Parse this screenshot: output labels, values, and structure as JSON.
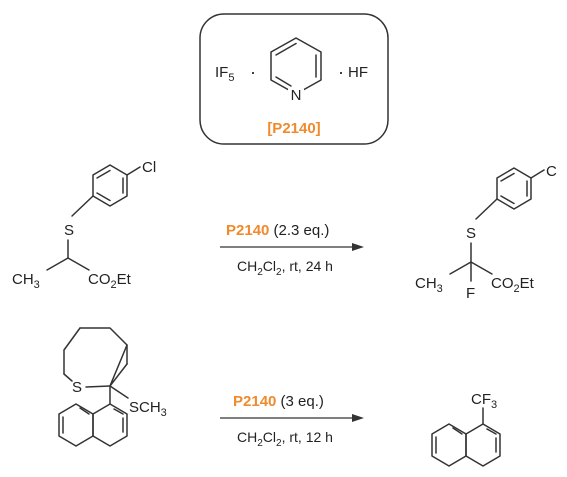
{
  "reagent": {
    "left_formula": "IF",
    "left_sub": "5",
    "dot": "·",
    "ring_atom": "N",
    "right_formula": "HF",
    "code": "[P2140]",
    "accent_color": "#f08a2c"
  },
  "reaction1": {
    "reactant": {
      "cl": "Cl",
      "s": "S",
      "ch3_main": "CH",
      "ch3_sub": "3",
      "ester_a": "CO",
      "ester_sub": "2",
      "ester_b": "Et"
    },
    "arrow": {
      "reagent": "P2140",
      "equiv": " (2.3 eq.)",
      "cond_a": "CH",
      "cond_sub1": "2",
      "cond_b": "Cl",
      "cond_sub2": "2",
      "cond_c": ", rt, 24 h"
    },
    "product": {
      "cl": "C",
      "s": "S",
      "ch3_main": "CH",
      "ch3_sub": "3",
      "f": "F",
      "ester_a": "CO",
      "ester_sub": "2",
      "ester_b": "Et"
    }
  },
  "reaction2": {
    "reactant": {
      "s": "S",
      "sch3_main": "SCH",
      "sch3_sub": "3"
    },
    "arrow": {
      "reagent": "P2140",
      "equiv": " (3 eq.)",
      "cond_a": "CH",
      "cond_sub1": "2",
      "cond_b": "Cl",
      "cond_sub2": "2",
      "cond_c": ", rt, 12 h"
    },
    "product": {
      "cf3_main": "CF",
      "cf3_sub": "3"
    }
  }
}
